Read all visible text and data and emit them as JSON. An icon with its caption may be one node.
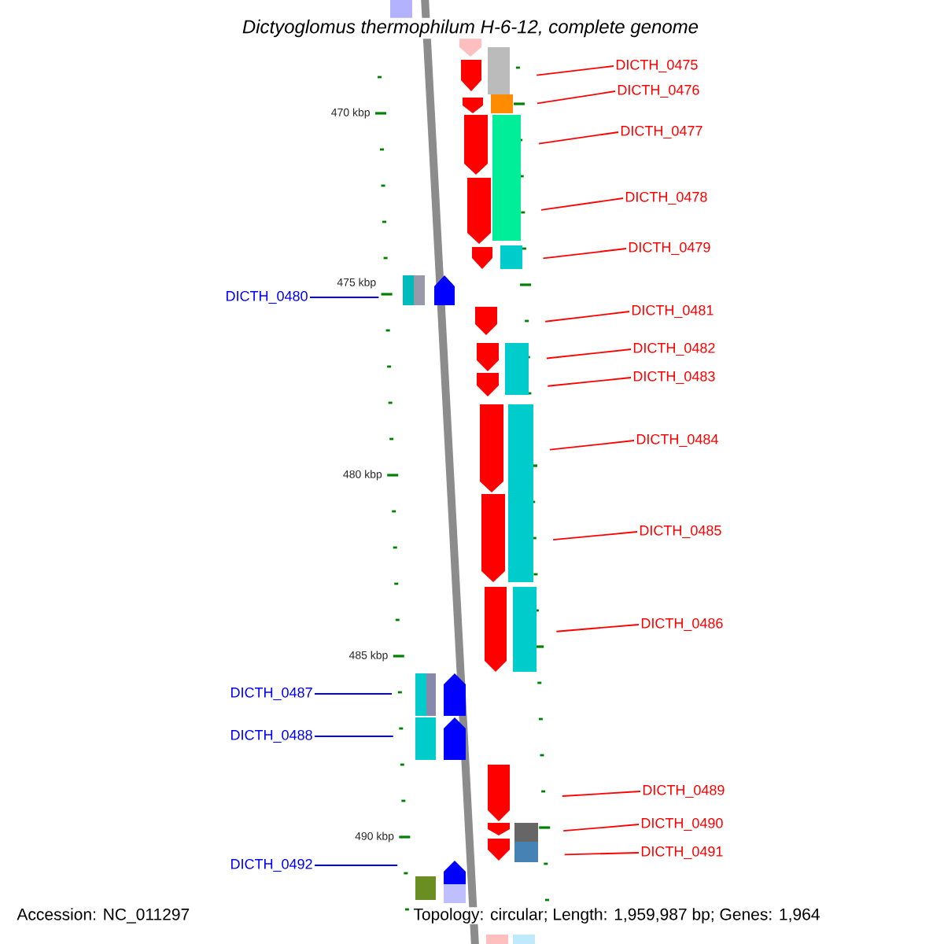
{
  "diagram": {
    "title": "Dictyoglomus thermophilum H-6-12, complete genome",
    "nodes": [
      {
        "text": [
          "DICTH_0475"
        ]
      },
      {
        "text": [],
        "shape": "arrow"
      },
      {
        "text": [
          "DICTH_0476"
        ]
      },
      {
        "text": [],
        "shape": "arrow"
      },
      {
        "text": [
          "DICTH_0477"
        ]
      },
      {
        "text": [],
        "shape": "arrow"
      },
      {
        "text": [
          "DICTH_0478"
        ]
      },
      {
        "text": [],
        "shape": "arrow"
      },
      {
        "text": [
          "DICTH_0479"
        ]
      },
      {
        "text": [],
        "shape": "arrow"
      },
      {
        "text": [
          "DICTH_0480"
        ]
      },
      {
        "text": [],
        "shape": "arrow"
      },
      {
        "text": [
          "DICTH_0481"
        ]
      },
      {
        "text": [],
        "shape": "arrow"
      },
      {
        "text": [
          "DICTH_0482"
        ]
      },
      {
        "text": [],
        "shape": "arrow"
      },
      {
        "text": [
          "DICTH_0483"
        ]
      },
      {
        "text": [],
        "shape": "arrow"
      },
      {
        "text": [
          "DICTH_0484"
        ]
      },
      {
        "text": [],
        "shape": "arrow"
      },
      {
        "text": [
          "DICTH_0485"
        ]
      },
      {
        "text": [],
        "shape": "arrow"
      },
      {
        "text": [
          "DICTH_0486"
        ]
      },
      {
        "text": [],
        "shape": "arrow"
      },
      {
        "text": [
          "DICTH_0487"
        ]
      },
      {
        "text": [],
        "shape": "arrow"
      },
      {
        "text": [
          "DICTH_0488"
        ]
      },
      {
        "text": [],
        "shape": "arrow"
      },
      {
        "text": [
          "DICTH_0489"
        ]
      },
      {
        "text": [],
        "shape": "arrow"
      },
      {
        "text": [
          "DICTH_0490"
        ]
      },
      {
        "text": [],
        "shape": "arrow"
      },
      {
        "text": [
          "DICTH_0491"
        ]
      },
      {
        "text": [],
        "shape": "arrow"
      },
      {
        "text": [
          "DICTH_0492"
        ]
      },
      {
        "text": [],
        "shape": "arrow"
      }
    ],
    "edges": [
      {
        "from": 0,
        "to": 1,
        "arrow": "none"
      },
      {
        "from": 2,
        "to": 3,
        "arrow": "none"
      },
      {
        "from": 4,
        "to": 5,
        "arrow": "none"
      },
      {
        "from": 6,
        "to": 7,
        "arrow": "none"
      },
      {
        "from": 8,
        "to": 9,
        "arrow": "none"
      },
      {
        "from": 10,
        "to": 11,
        "arrow": "none",
        "color": "#0000ff"
      },
      {
        "from": 12,
        "to": 13,
        "arrow": "none"
      },
      {
        "from": 14,
        "to": 15,
        "arrow": "none"
      },
      {
        "from": 16,
        "to": 17,
        "arrow": "none"
      },
      {
        "from": 18,
        "to": 19,
        "arrow": "none"
      },
      {
        "from": 20,
        "to": 21,
        "arrow": "none"
      },
      {
        "from": 22,
        "to": 23,
        "arrow": "none"
      },
      {
        "from": 24,
        "to": 25,
        "arrow": "none",
        "color": "#0000ff"
      },
      {
        "from": 26,
        "to": 27,
        "arrow": "none",
        "color": "#0000ff"
      },
      {
        "from": 28,
        "to": 29,
        "arrow": "none"
      },
      {
        "from": 30,
        "to": 31,
        "arrow": "none"
      },
      {
        "from": 32,
        "to": 33,
        "arrow": "none"
      },
      {
        "from": 34,
        "to": 35,
        "arrow": "none",
        "color": "#0000ff"
      }
    ],
    "labels": [
      "470 kbp",
      "475 kbp",
      "480 kbp",
      "485 kbp",
      "490 kbp",
      "Accession: NC_011297",
      "Topology: circular; Length: 1,959,987 bp; Genes: 1,964"
    ]
  }
}
